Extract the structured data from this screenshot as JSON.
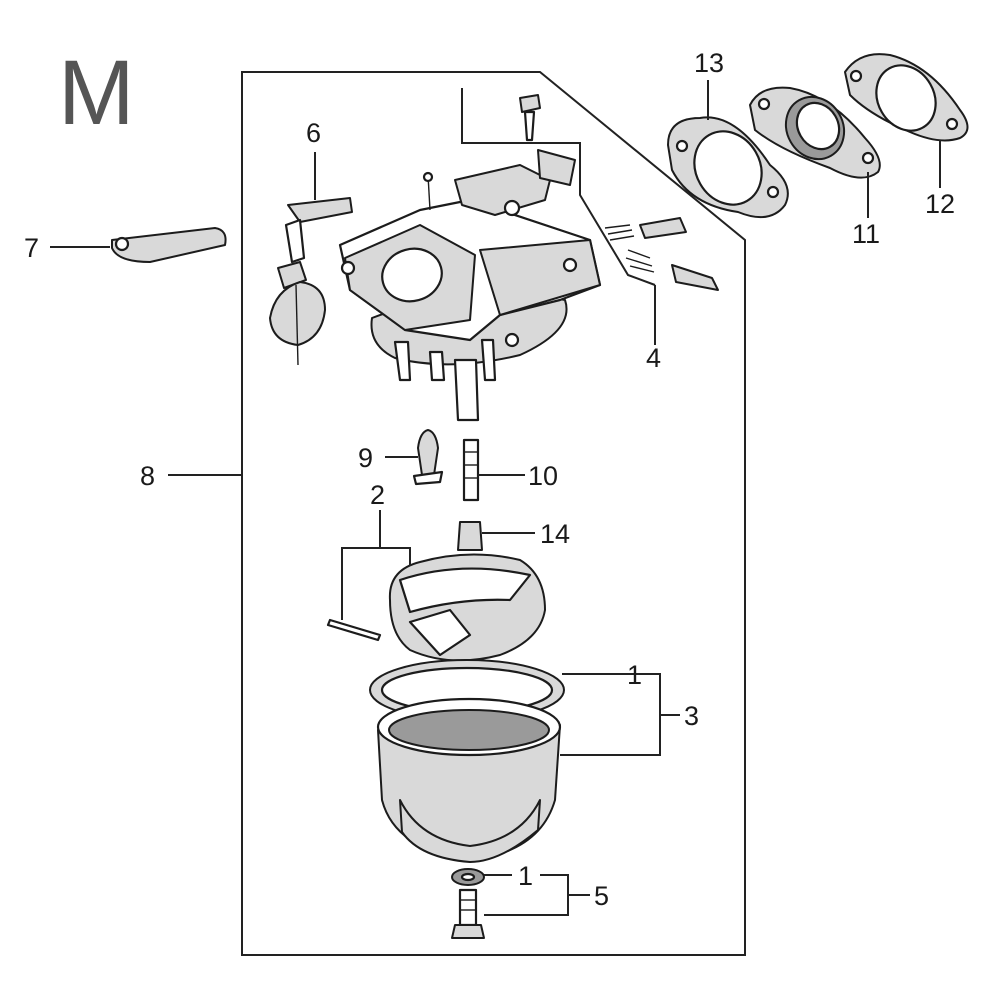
{
  "diagram": {
    "section_letter": "M",
    "callouts": {
      "c1a": "1",
      "c1b": "1",
      "c2": "2",
      "c3": "3",
      "c4": "4",
      "c5": "5",
      "c6": "6",
      "c7": "7",
      "c8": "8",
      "c9": "9",
      "c10": "10",
      "c11": "11",
      "c12": "12",
      "c13": "13",
      "c14": "14"
    }
  }
}
